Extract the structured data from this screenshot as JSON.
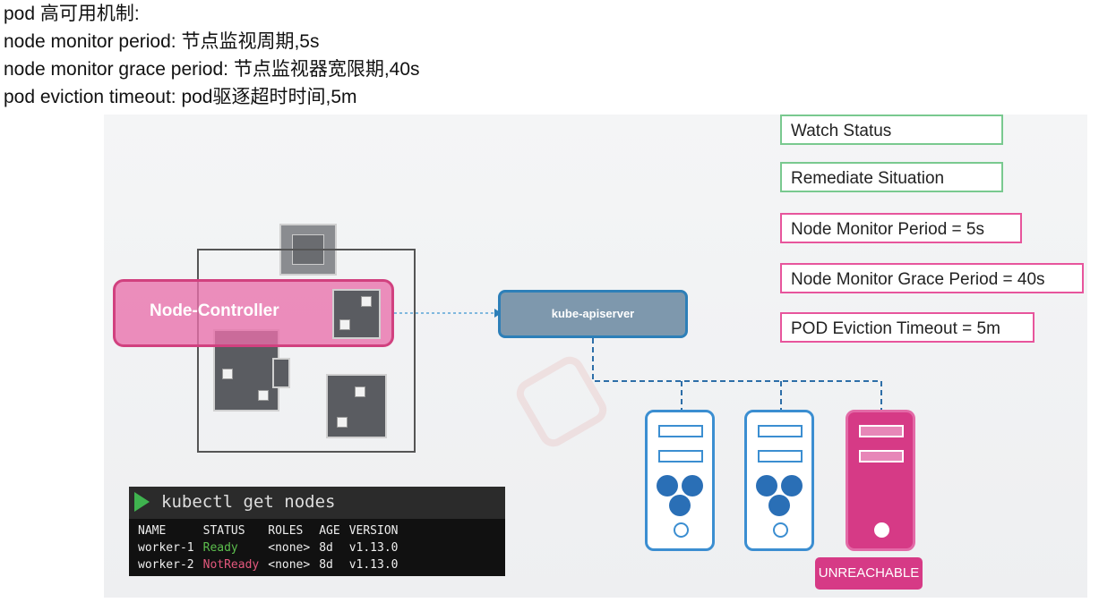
{
  "notes": {
    "title": "pod 高可用机制:",
    "line1": "node monitor period: 节点监视周期,5s",
    "line2": "node monitor grace period: 节点监视器宽限期,40s",
    "line3": "pod eviction timeout: pod驱逐超时时间,5m"
  },
  "steps": {
    "watch_status": "Watch Status",
    "remediate": "Remediate Situation",
    "node_monitor_period": "Node Monitor Period = 5s",
    "node_monitor_grace": "Node Monitor Grace Period = 40s",
    "pod_eviction": "POD Eviction Timeout = 5m"
  },
  "diagram": {
    "controller_label": "Node-Controller",
    "apiserver_label": "kube-apiserver",
    "unreachable_label": "UNREACHABLE"
  },
  "terminal": {
    "command": "kubectl get nodes",
    "headers": [
      "NAME",
      "STATUS",
      "ROLES",
      "AGE",
      "VERSION"
    ],
    "rows": [
      [
        "worker-1",
        "Ready",
        "<none>",
        "8d",
        "v1.13.0"
      ],
      [
        "worker-2",
        "NotReady",
        "<none>",
        "8d",
        "v1.13.0"
      ]
    ]
  },
  "colors": {
    "accent_pink": "#d63a86",
    "accent_blue": "#2a6fb6",
    "ready_green": "#5cbf4d",
    "notready_red": "#e4587d"
  }
}
